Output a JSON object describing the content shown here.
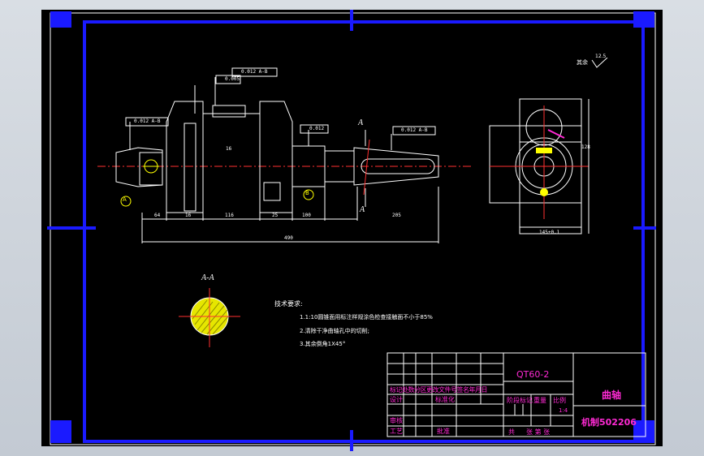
{
  "drawing": {
    "section_label": "A-A",
    "cut_label_top": "A",
    "cut_label_bottom": "A",
    "roughness_note": "其余",
    "roughness_value": "12.5",
    "surface_marks": {
      "left": "A",
      "center": "B"
    },
    "tolerances": {
      "flatness_main": "0.005",
      "runout_main": "0.012 A-B",
      "runout_left": "0.012 A-B",
      "flat_center": "0.012",
      "runout_right": "0.012 A-B"
    },
    "dimensions": {
      "overall": "490",
      "d1": "64",
      "d2": "16",
      "d3": "116",
      "d4": "25",
      "d5": "100",
      "d6": "205",
      "d7": "16",
      "side_h": "128",
      "side_w": "145±0.1"
    },
    "tech_requirements": {
      "title": "技术要求:",
      "items": [
        "1.1:10圆锥面用标注样规涂色检查接触面不小于85%",
        "2.清除干净曲轴孔中的切削;",
        "3.其余倒角1X45°"
      ]
    }
  },
  "title_block": {
    "material": "QT60-2",
    "part_name": "曲轴",
    "drawing_no": "机制502206",
    "row_headers": "标记处数分区更改文件号签名年月日",
    "designer": "设计",
    "standardize": "标准化",
    "stage_mark": "阶段标记",
    "weight": "重量",
    "scale": "比例",
    "scale_value": "1:4",
    "checker": "审核",
    "craft": "工艺",
    "approve": "批准",
    "sheets_total": "共",
    "sheet_no": "张 第 张"
  }
}
